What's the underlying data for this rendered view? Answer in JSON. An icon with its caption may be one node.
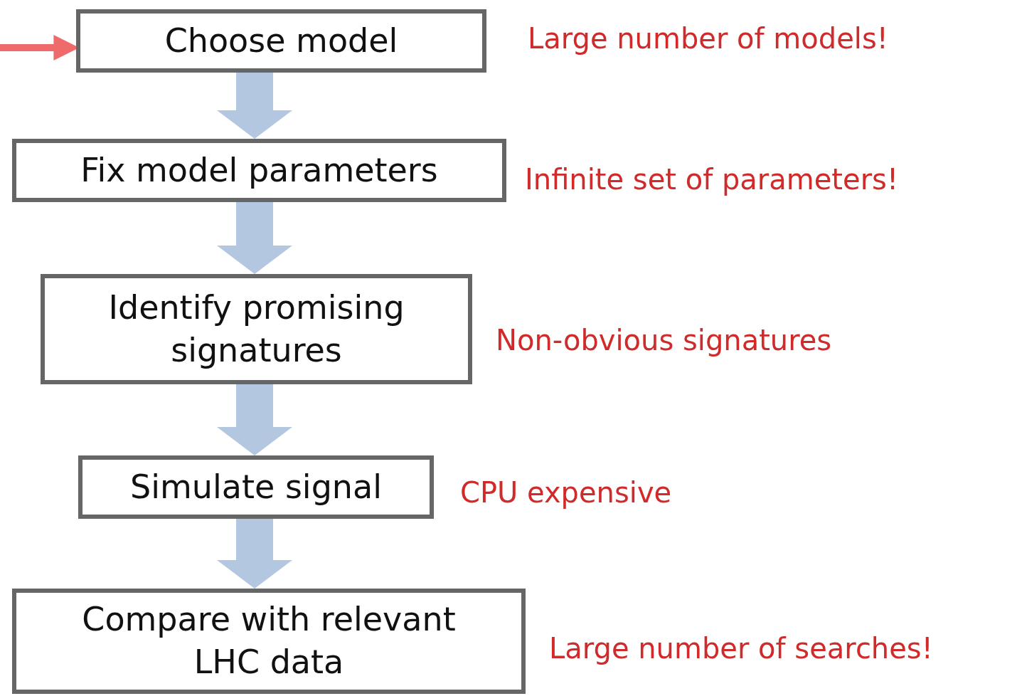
{
  "diagram": {
    "nodes": [
      {
        "text": [
          "Choose model"
        ],
        "beside": [
          "Large number of models!"
        ]
      },
      {
        "text": [
          "Fix model parameters"
        ],
        "beside": [
          "Infinite set of parameters!"
        ]
      },
      {
        "text": [
          "Identify promising signatures"
        ],
        "beside": [
          "Non-obvious signatures"
        ]
      },
      {
        "text": [
          "Simulate signal"
        ],
        "beside": [
          "CPU expensive"
        ]
      },
      {
        "text": [
          "Compare with relevant LHC data"
        ],
        "beside": [
          "Large number of searches!"
        ]
      }
    ],
    "edges": [
      {
        "from": null,
        "to": 0,
        "arrow": "to",
        "color": "#ef6b6b"
      },
      {
        "from": 0,
        "to": 1,
        "arrow": "to"
      },
      {
        "from": 1,
        "to": 2,
        "arrow": "to"
      },
      {
        "from": 2,
        "to": 3,
        "arrow": "to"
      },
      {
        "from": 3,
        "to": 4,
        "arrow": "to"
      }
    ]
  }
}
